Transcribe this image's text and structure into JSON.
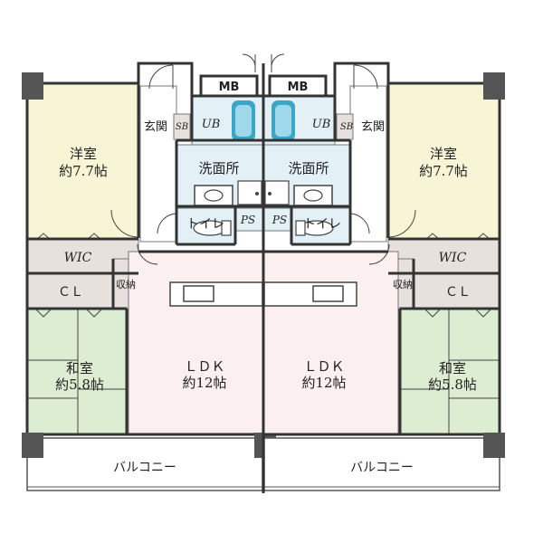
{
  "colors": {
    "western_room": "#f7f5d5",
    "japanese_room": "#ddedd2",
    "ldk": "#fbeff0",
    "storage": "#e6e1dc",
    "wet_area": "#e3f1f7",
    "hallway": "#ffffff",
    "wall": "#333333",
    "pillar": "#555555",
    "bathtub": "#3ca6c7"
  },
  "units": [
    {
      "mb": "MB",
      "entrance": "玄関",
      "sb": "SB",
      "ub": "UB",
      "washroom": "洗面所",
      "toilet": "トイレ",
      "ps": "PS",
      "western_room": {
        "name": "洋室",
        "size": "約7.7帖"
      },
      "wic": "WIC",
      "cl": "ＣＬ",
      "storage": "収納",
      "japanese_room": {
        "name": "和室",
        "size": "約5.8帖"
      },
      "ldk": {
        "name": "ＬＤＫ",
        "size": "約12帖"
      },
      "balcony": "バルコニー"
    },
    {
      "mb": "MB",
      "entrance": "玄関",
      "sb": "SB",
      "ub": "UB",
      "washroom": "洗面所",
      "toilet": "トイレ",
      "ps": "PS",
      "western_room": {
        "name": "洋室",
        "size": "約7.7帖"
      },
      "wic": "WIC",
      "cl": "ＣＬ",
      "storage": "収納",
      "japanese_room": {
        "name": "和室",
        "size": "約5.8帖"
      },
      "ldk": {
        "name": "ＬＤＫ",
        "size": "約12帖"
      },
      "balcony": "バルコニー"
    }
  ]
}
